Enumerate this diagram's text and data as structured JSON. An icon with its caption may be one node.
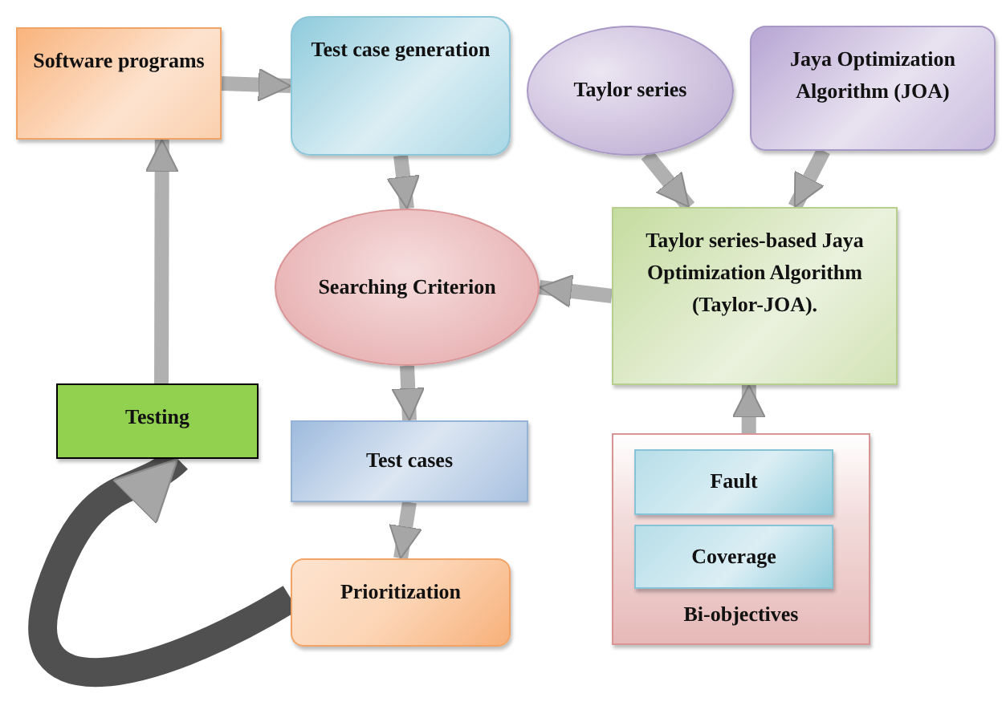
{
  "diagram": {
    "nodes": [
      {
        "text": [
          "Software programs"
        ]
      },
      {
        "text": [
          "Test case generation"
        ]
      },
      {
        "text": [
          "Taylor series"
        ]
      },
      {
        "text": [
          "Jaya Optimization Algorithm (JOA)"
        ]
      },
      {
        "text": [
          "Searching Criterion"
        ]
      },
      {
        "text": [
          "Taylor series-based Jaya Optimization Algorithm (Taylor-JOA)."
        ]
      },
      {
        "text": [
          "Testing"
        ]
      },
      {
        "text": [
          "Test cases"
        ]
      },
      {
        "text": [
          "Prioritization"
        ]
      },
      {
        "text": [
          "Bi-objectives"
        ]
      },
      {
        "text": [
          "Fault"
        ],
        "in": 9
      },
      {
        "text": [
          "Coverage"
        ],
        "in": 9
      }
    ],
    "edges": [
      {
        "from": 0,
        "to": 1,
        "arrow": "to"
      },
      {
        "from": 1,
        "to": 4,
        "arrow": "to"
      },
      {
        "from": 2,
        "to": 5,
        "arrow": "to"
      },
      {
        "from": 3,
        "to": 5,
        "arrow": "to"
      },
      {
        "from": 5,
        "to": 4,
        "arrow": "to"
      },
      {
        "from": 4,
        "to": 7,
        "arrow": "to"
      },
      {
        "from": 7,
        "to": 8,
        "arrow": "to"
      },
      {
        "from": 9,
        "to": 5,
        "arrow": "to"
      },
      {
        "from": 6,
        "to": 0,
        "arrow": "to"
      },
      {
        "from": 8,
        "to": 6,
        "arrow": "to",
        "style": "thick",
        "color": "#505050"
      }
    ]
  }
}
